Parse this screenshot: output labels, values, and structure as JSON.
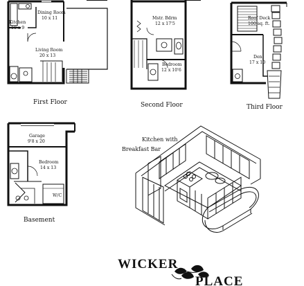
{
  "first_floor": {
    "label": "First Floor",
    "rooms": [
      {
        "name": "Dining Room",
        "size": "10 x 11"
      },
      {
        "name": "Kitchen",
        "size": "10 x 9"
      },
      {
        "name": "Living Room",
        "size": "20 x 13"
      }
    ]
  },
  "second_floor": {
    "label": "Second Floor",
    "rooms": [
      {
        "name": "Mstr. Bdrm",
        "size": "12 x 17'5"
      },
      {
        "name": "Bedroom",
        "size": "12 x 10'6"
      }
    ]
  },
  "third_floor": {
    "label": "Third Floor",
    "rooms": [
      {
        "name": "Roof Deck",
        "size": "100 sq. ft."
      },
      {
        "name": "Den",
        "size": "17 x 10"
      }
    ]
  },
  "basement": {
    "label": "Basement",
    "rooms": [
      {
        "name": "Garage",
        "size": "9'8 x 20"
      },
      {
        "name": "Bedroom",
        "size": "14 x 13"
      },
      {
        "name": "W/C",
        "size": ""
      }
    ]
  },
  "kitchen_view": {
    "caption_line1": "Kitchen with",
    "caption_line2": "Breakfast Bar"
  },
  "brand": {
    "word1": "WICKER",
    "word2": "PLACE"
  }
}
